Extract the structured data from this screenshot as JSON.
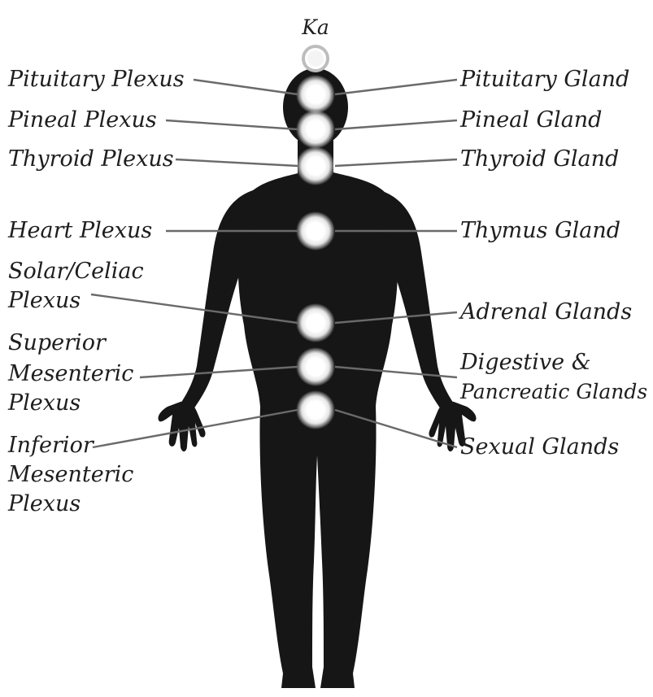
{
  "diagram": {
    "top_label": "Ka",
    "colors": {
      "silhouette": "#161616",
      "glow": "#ffffff",
      "leader_line": "#6a6a6a",
      "text": "#1e1e1e"
    },
    "left_labels": {
      "pituitary_plexus": "Pituitary Plexus",
      "pineal_plexus": "Pineal Plexus",
      "thyroid_plexus": "Thyroid Plexus",
      "heart_plexus": "Heart Plexus",
      "solar_celiac_plexus": [
        "Solar/Celiac",
        "Plexus"
      ],
      "superior_mesenteric_plexus": [
        "Superior",
        "Mesenteric",
        "Plexus"
      ],
      "inferior_mesenteric_plexus": [
        "Inferior",
        "Mesenteric",
        "Plexus"
      ]
    },
    "right_labels": {
      "pituitary_gland": "Pituitary Gland",
      "pineal_gland": "Pineal Gland",
      "thyroid_gland": "Thyroid Gland",
      "thymus_gland": "Thymus Gland",
      "adrenal_glands": "Adrenal Glands",
      "digestive_pancreatic_glands": [
        "Digestive &",
        "Pancreatic Glands"
      ],
      "sexual_glands": "Sexual Glands"
    }
  }
}
